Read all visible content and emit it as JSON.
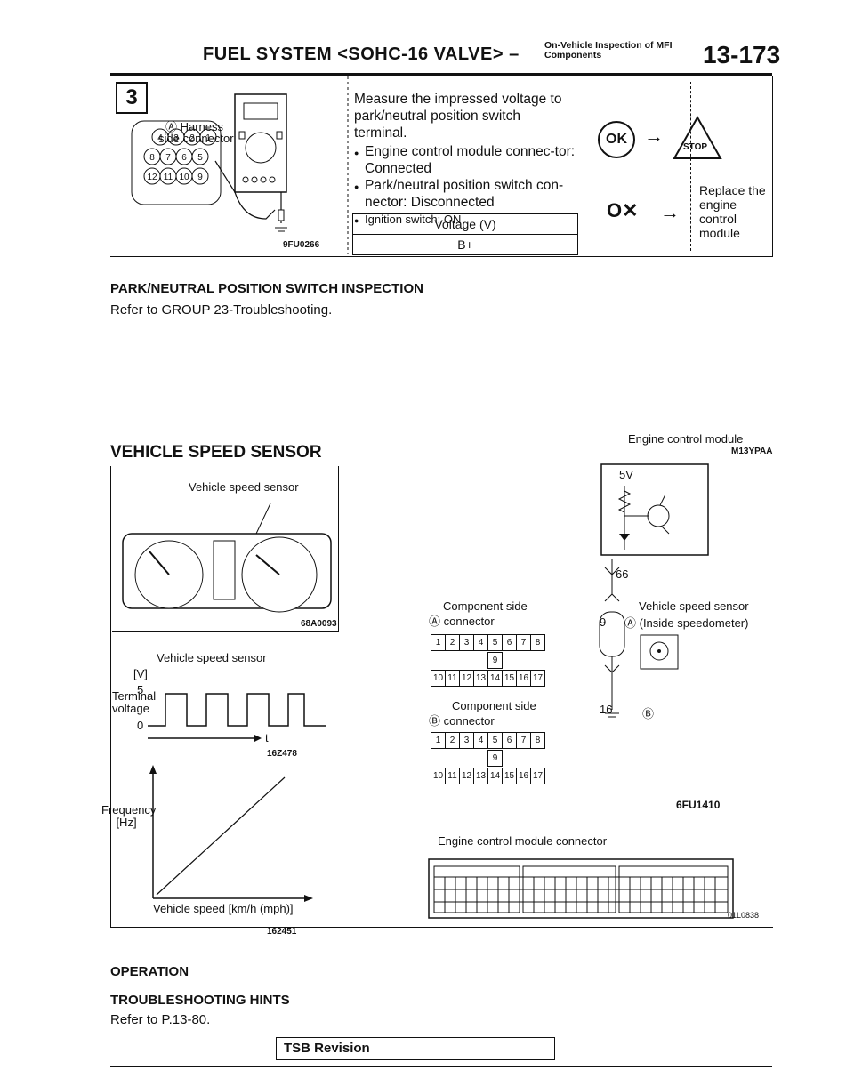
{
  "header": {
    "title": "FUEL SYSTEM <SOHC-16 VALVE> –",
    "subtitle_line1": "On-Vehicle Inspection of MFI",
    "subtitle_line2": "Components",
    "page_number": "13-173"
  },
  "step3": {
    "number": "3",
    "harness_label": "Ⓐ Harness",
    "side_label": "side connector",
    "figure_code": "9FU0266",
    "instruction": "Measure the impressed voltage to park/neutral position switch terminal.",
    "conditions": [
      "Engine control module connec-tor: Connected",
      "Park/neutral position switch con-nector: Disconnected",
      "Ignition switch: ON"
    ],
    "table_header": "Voltage (V)",
    "table_value": "B+",
    "ok_label": "OK",
    "stop_label": "STOP",
    "ng_action": "Replace the engine control module"
  },
  "park_section": {
    "heading": "PARK/NEUTRAL POSITION SWITCH INSPECTION",
    "text": "Refer to GROUP 23-Troubleshooting."
  },
  "vss": {
    "heading": "VEHICLE SPEED SENSOR",
    "sensor_label": "Vehicle speed sensor",
    "cluster_code": "68A0093",
    "waveform_title": "Vehicle speed sensor",
    "unit_v": "[V]",
    "terminal_label": "Terminal voltage",
    "level_high": "5",
    "level_low": "0",
    "time_axis": "t",
    "wave_code": "16Z478",
    "freq_label": "Frequency [Hz]",
    "speed_axis": "Vehicle speed [km/h (mph)]",
    "graph_code": "162451",
    "ecm_label": "Engine control module",
    "ecm_code": "M13YPAA",
    "supply": "5V",
    "pin66": "66",
    "pin9": "9",
    "pin16": "16",
    "comp_a": "Component side",
    "conn_a": "Ⓐ connector",
    "comp_b": "Component side",
    "conn_b": "Ⓑ connector",
    "vss_label1": "Vehicle speed sensor",
    "vss_label2": "Ⓐ (Inside speedometer)",
    "conn_b_mark": "Ⓑ",
    "fig_code2": "6FU1410",
    "ecm_conn_label": "Engine control module connector",
    "fig_code3": "01L0838",
    "pins_top": [
      "1",
      "2",
      "3",
      "4",
      "5",
      "6",
      "7",
      "8"
    ],
    "pin_mid": "9",
    "pins_bottom": [
      "10",
      "11",
      "12",
      "13",
      "14",
      "15",
      "16",
      "17"
    ]
  },
  "operation": {
    "heading": "OPERATION",
    "hints_heading": "TROUBLESHOOTING HINTS",
    "hints_text": "Refer to P.13-80."
  },
  "footer": {
    "tsb": "TSB Revision"
  }
}
